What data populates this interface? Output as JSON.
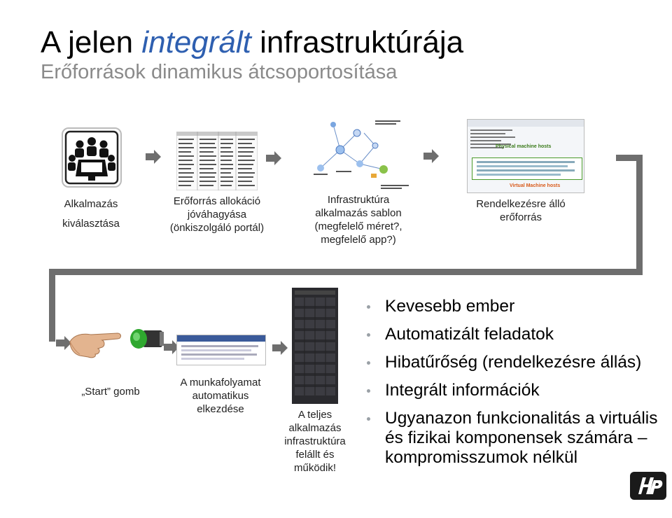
{
  "header": {
    "title_pre": "A jelen",
    "title_highlight": "integrált",
    "title_post": "infrastruktúrája",
    "subtitle": "Erőforrások dinamikus átcsoportosítása"
  },
  "steps": [
    {
      "lines": [
        "Alkalmazás",
        "kiválasztása"
      ]
    },
    {
      "lines": [
        "Erőforrás allokáció",
        "jóváhagyása",
        "(önkiszolgáló portál)"
      ]
    },
    {
      "lines": [
        "Infrastruktúra",
        "alkalmazás sablon",
        "(megfelelő méret?,",
        "megfelelő app?)"
      ]
    },
    {
      "lines": [
        "Rendelkezésre álló",
        "erőforrás"
      ]
    },
    {
      "lines": [
        "„Start” gomb"
      ]
    },
    {
      "lines": [
        "A munkafolyamat",
        "automatikus",
        "elkezdése"
      ]
    },
    {
      "lines": [
        "A  teljes",
        "alkalmazás",
        "infrastruktúra",
        "felállt és",
        "működik!"
      ]
    }
  ],
  "screenshot_labels": {
    "physical_hosts": "Physical machine hosts",
    "virtual_hosts": "Virtual Machine hosts"
  },
  "bullets": [
    "Kevesebb ember",
    "Automatizált feladatok",
    "Hibatűrőség (rendelkezésre állás)",
    "Integrált információk",
    "Ugyanazon funkcionalitás a virtuális és fizikai komponensek számára – kompromisszumok nélkül"
  ],
  "colors": {
    "accent_blue": "#2e5fb0",
    "subtitle_gray": "#8a8a8a",
    "flow_line": "#6e6e6e",
    "hp_logo": "#1a1a1a"
  },
  "icons": [
    "meeting-people-icon",
    "flow-arrow-icon",
    "pointing-hand-icon",
    "push-button-icon",
    "server-rack-icon",
    "hp-logo"
  ]
}
